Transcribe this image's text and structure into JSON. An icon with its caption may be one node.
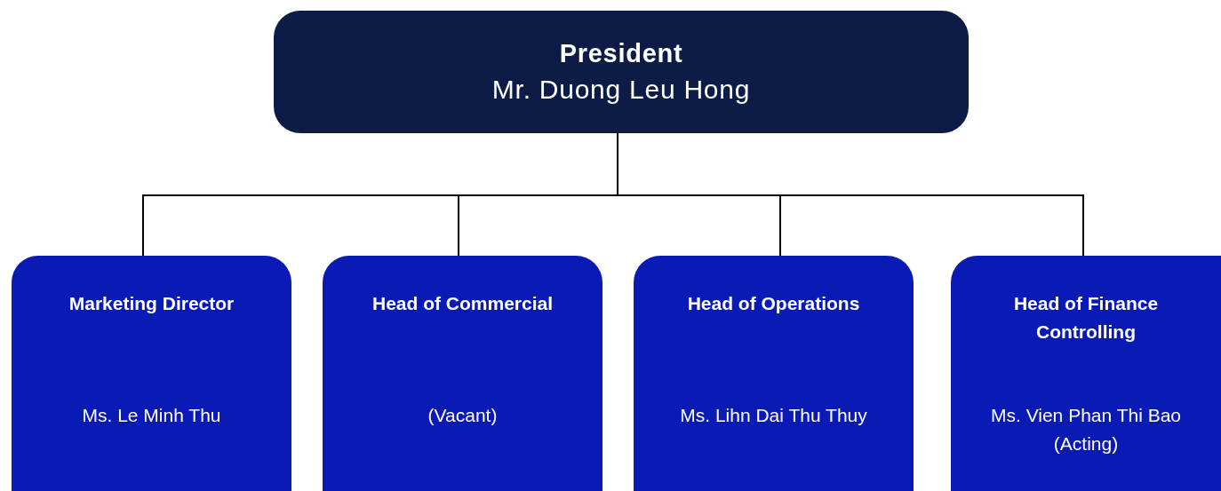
{
  "diagram": {
    "nodes": [
      {
        "text": [
          "President",
          "Mr. Duong Leu Hong"
        ]
      },
      {
        "text": [
          "Marketing Director",
          "Ms. Le Minh Thu"
        ]
      },
      {
        "text": [
          "Head of Commercial",
          "(Vacant)"
        ]
      },
      {
        "text": [
          "Head of Operations",
          "Ms. Lihn Dai Thu Thuy"
        ]
      },
      {
        "text": [
          "Head of Finance Controlling",
          "Ms. Vien Phan Thi Bao (Acting)"
        ]
      }
    ],
    "edges": [
      {
        "from": 0,
        "to": 1,
        "arrow": "none"
      },
      {
        "from": 0,
        "to": 2,
        "arrow": "none"
      },
      {
        "from": 0,
        "to": 3,
        "arrow": "none"
      },
      {
        "from": 0,
        "to": 4,
        "arrow": "none"
      }
    ]
  }
}
